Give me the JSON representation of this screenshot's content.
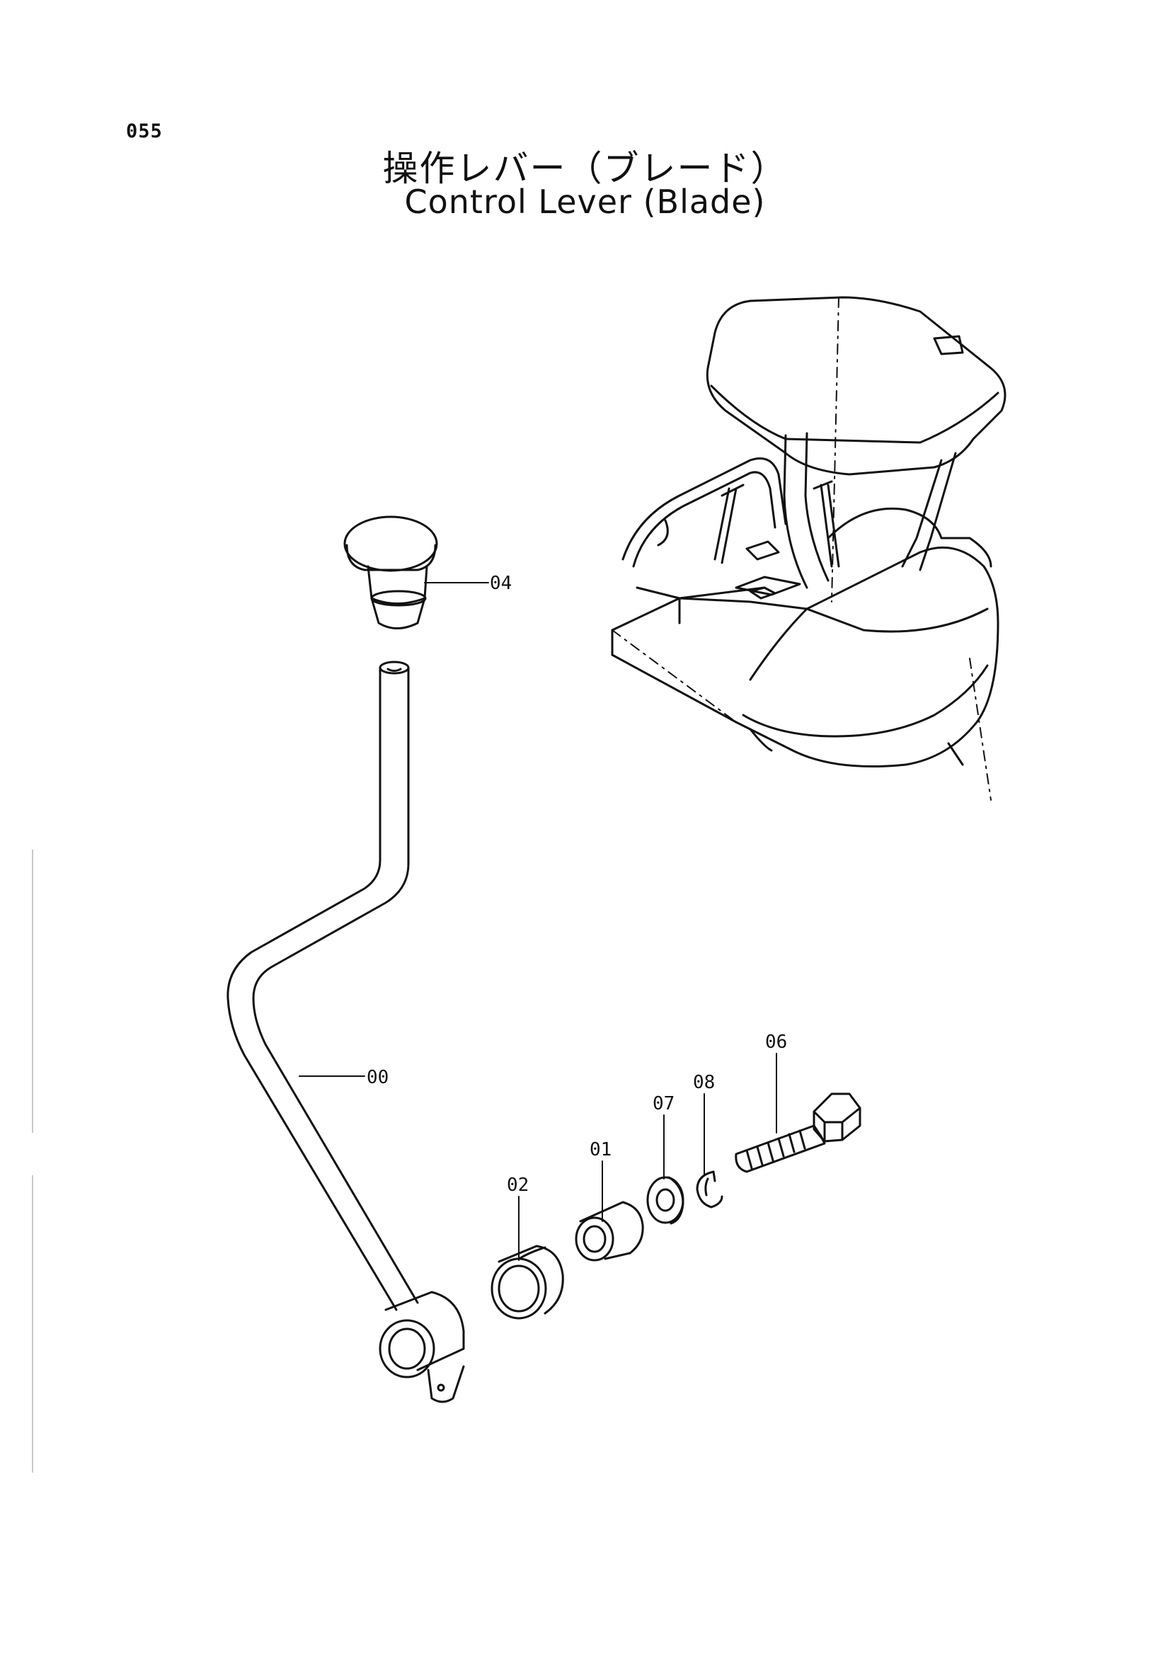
{
  "page": {
    "number": "055",
    "title_jp": "操作レバー（ブレード）",
    "title_en": "Control Lever (Blade)"
  },
  "callouts": [
    {
      "id": "04"
    },
    {
      "id": "00"
    },
    {
      "id": "02"
    },
    {
      "id": "01"
    },
    {
      "id": "07"
    },
    {
      "id": "08"
    },
    {
      "id": "06"
    }
  ]
}
